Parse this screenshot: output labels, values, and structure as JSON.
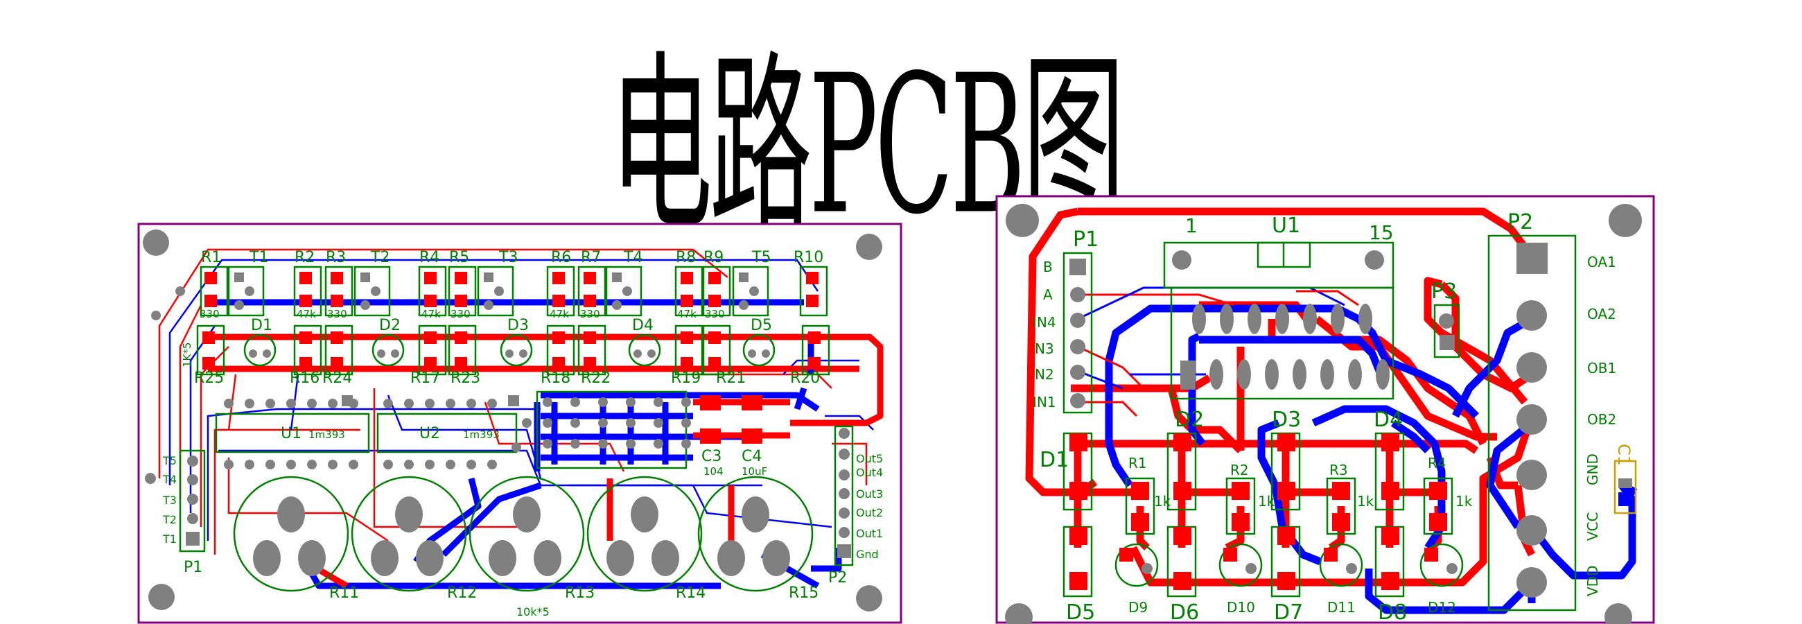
{
  "title": "电路PCB图",
  "colors": {
    "board_outline": "#800080",
    "top_copper": "#ff0000",
    "bottom_copper": "#0000ff",
    "silkscreen": "#008000",
    "pad_red": "#ff0000",
    "via_grey": "#808080",
    "mount_hole": "#808080",
    "pad_ic": "#808080"
  },
  "left_board": {
    "top_labels": [
      "R1",
      "T1",
      "R2",
      "R3",
      "T2",
      "R4",
      "R5",
      "T3",
      "R6",
      "R7",
      "T4",
      "R8",
      "R9",
      "T5",
      "R10"
    ],
    "value_row": [
      "330",
      "47k",
      "330",
      "47k",
      "330",
      "47k",
      "330",
      "47k",
      "330"
    ],
    "led_labels": [
      "D1",
      "D2",
      "D3",
      "D4",
      "D5"
    ],
    "middle_labels": [
      "R25",
      "R16",
      "R24",
      "R17",
      "R23",
      "R18",
      "R22",
      "R19",
      "R21",
      "R20"
    ],
    "ic_labels": [
      "U1",
      "1m393",
      "U2",
      "1m393"
    ],
    "cap_labels": [
      "C3",
      "C4"
    ],
    "cap_values": [
      "104",
      "10uF"
    ],
    "p1_pins": [
      "T5",
      "T4",
      "T3",
      "T2",
      "T1"
    ],
    "p1_label": "P1",
    "p2_pins": [
      "Out5",
      "Out4",
      "Out3",
      "Out2",
      "Out1",
      "Gnd"
    ],
    "p2_label": "P2",
    "bottom_labels": [
      "R11",
      "R12",
      "R13",
      "R14",
      "R15"
    ],
    "bottom_note": "10k*5",
    "side_label": "1K*5"
  },
  "right_board": {
    "p1_label": "P1",
    "p1_pins": [
      "B",
      "A",
      "IN4",
      "N3",
      "N2",
      "IN1"
    ],
    "u1_label": "U1",
    "u1_pin_start": "1",
    "u1_pin_end": "15",
    "p2_label": "P2",
    "p2_pins": [
      "OA1",
      "OA2",
      "OB1",
      "OB2",
      "GND",
      "VCC",
      "VDD"
    ],
    "p3_label": "P3",
    "c1_label": "C1",
    "diode_labels_top": [
      "D1",
      "D2",
      "D3",
      "D4"
    ],
    "resistor_labels": [
      "R1",
      "R2",
      "R3",
      "R4"
    ],
    "resistor_values": [
      "1k",
      "1k",
      "1k",
      "1k"
    ],
    "diode_labels_bottom": [
      "D5",
      "D6",
      "D7",
      "D8"
    ],
    "led_labels": [
      "D9",
      "D10",
      "D11",
      "D12"
    ]
  }
}
